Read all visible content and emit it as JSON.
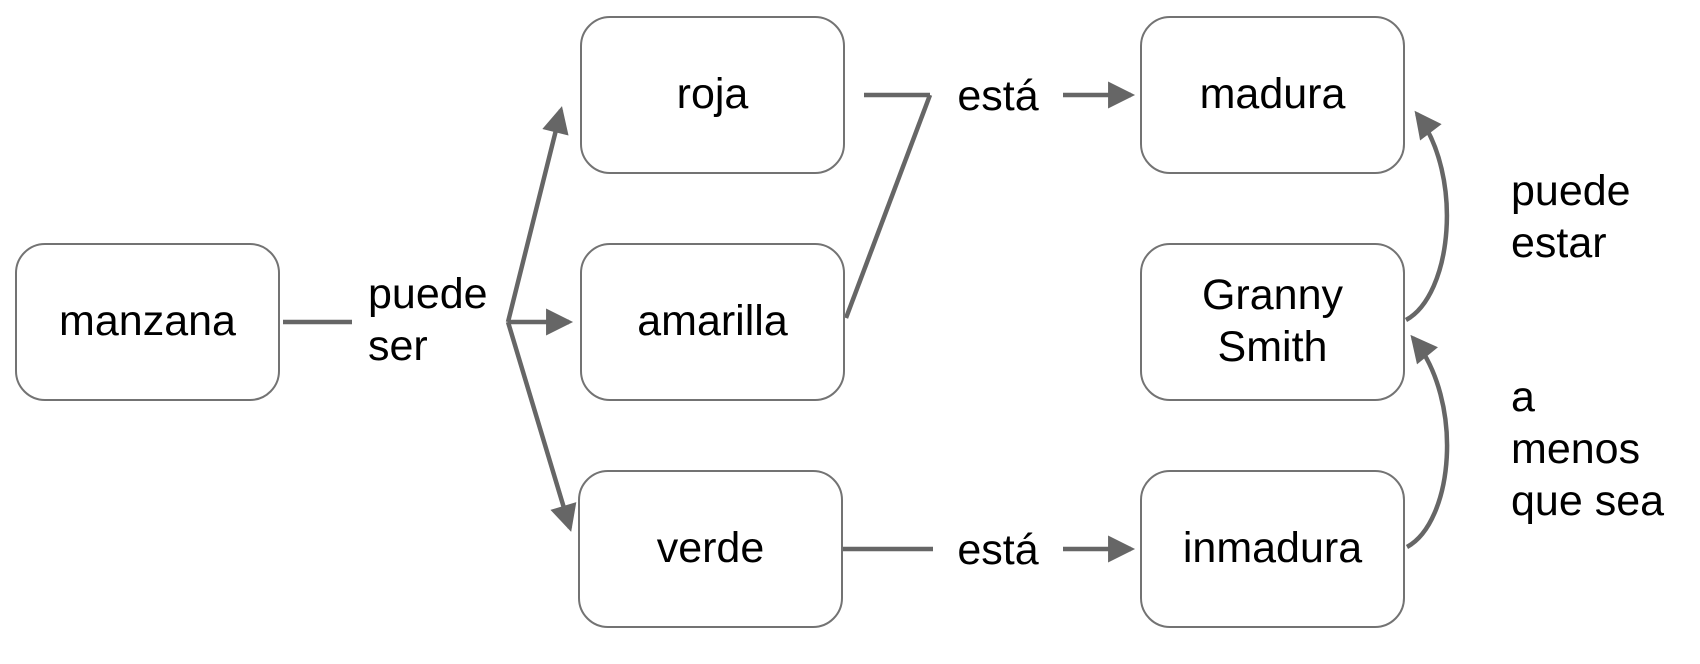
{
  "diagram": {
    "title": "concept map: manzana (apple) ripeness",
    "colors": {
      "background": "#ffffff",
      "edge_stroke": "#666666",
      "box_border": "#737373",
      "text": "#000000"
    },
    "nodes": {
      "manzana": {
        "label": "manzana"
      },
      "roja": {
        "label": "roja"
      },
      "amarilla": {
        "label": "amarilla"
      },
      "verde": {
        "label": "verde"
      },
      "madura": {
        "label": "madura"
      },
      "granny": {
        "label": "Granny\nSmith"
      },
      "inmadura": {
        "label": "inmadura"
      }
    },
    "edges": {
      "puede_ser": {
        "label": "puede\nser",
        "from": [
          "manzana"
        ],
        "to": [
          "roja",
          "amarilla",
          "verde"
        ]
      },
      "esta_top": {
        "label": "está",
        "from": [
          "roja",
          "amarilla"
        ],
        "to": [
          "madura"
        ]
      },
      "esta_bottom": {
        "label": "está",
        "from": [
          "verde"
        ],
        "to": [
          "inmadura"
        ]
      },
      "puede_estar": {
        "label": "puede\nestar",
        "from": [
          "granny"
        ],
        "to": [
          "madura"
        ]
      },
      "a_menos": {
        "label": "a\nmenos\nque sea",
        "from": [
          "inmadura"
        ],
        "to": [
          "granny"
        ]
      }
    }
  }
}
